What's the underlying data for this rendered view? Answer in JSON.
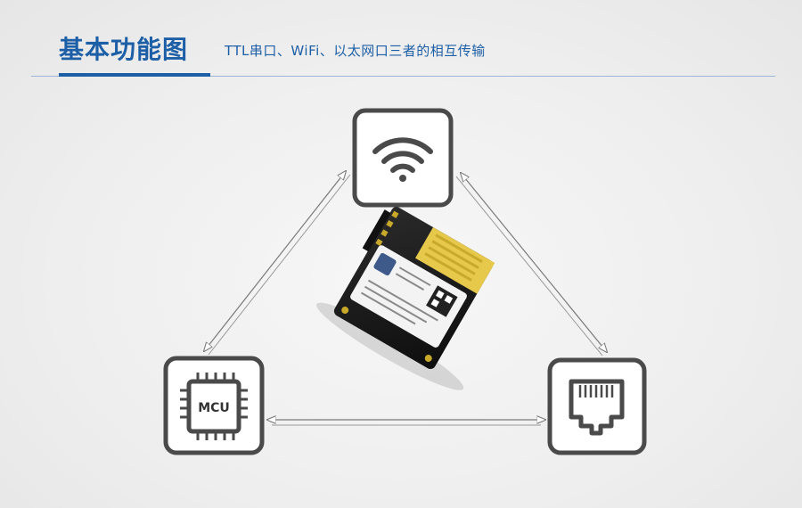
{
  "header": {
    "title": "基本功能图",
    "subtitle": "TTL串口、WiFi、以太网口三者的相互传输"
  },
  "nodes": {
    "wifi": {
      "icon": "wifi-icon"
    },
    "mcu": {
      "icon": "mcu-chip-icon",
      "label": "MCU"
    },
    "ethernet": {
      "icon": "ethernet-port-icon"
    }
  },
  "module": {
    "icon": "wifi-module-board-icon"
  },
  "colors": {
    "accent": "#1d5fa6",
    "node_border": "#4a4a4a",
    "arrow": "#7a7a7a"
  }
}
